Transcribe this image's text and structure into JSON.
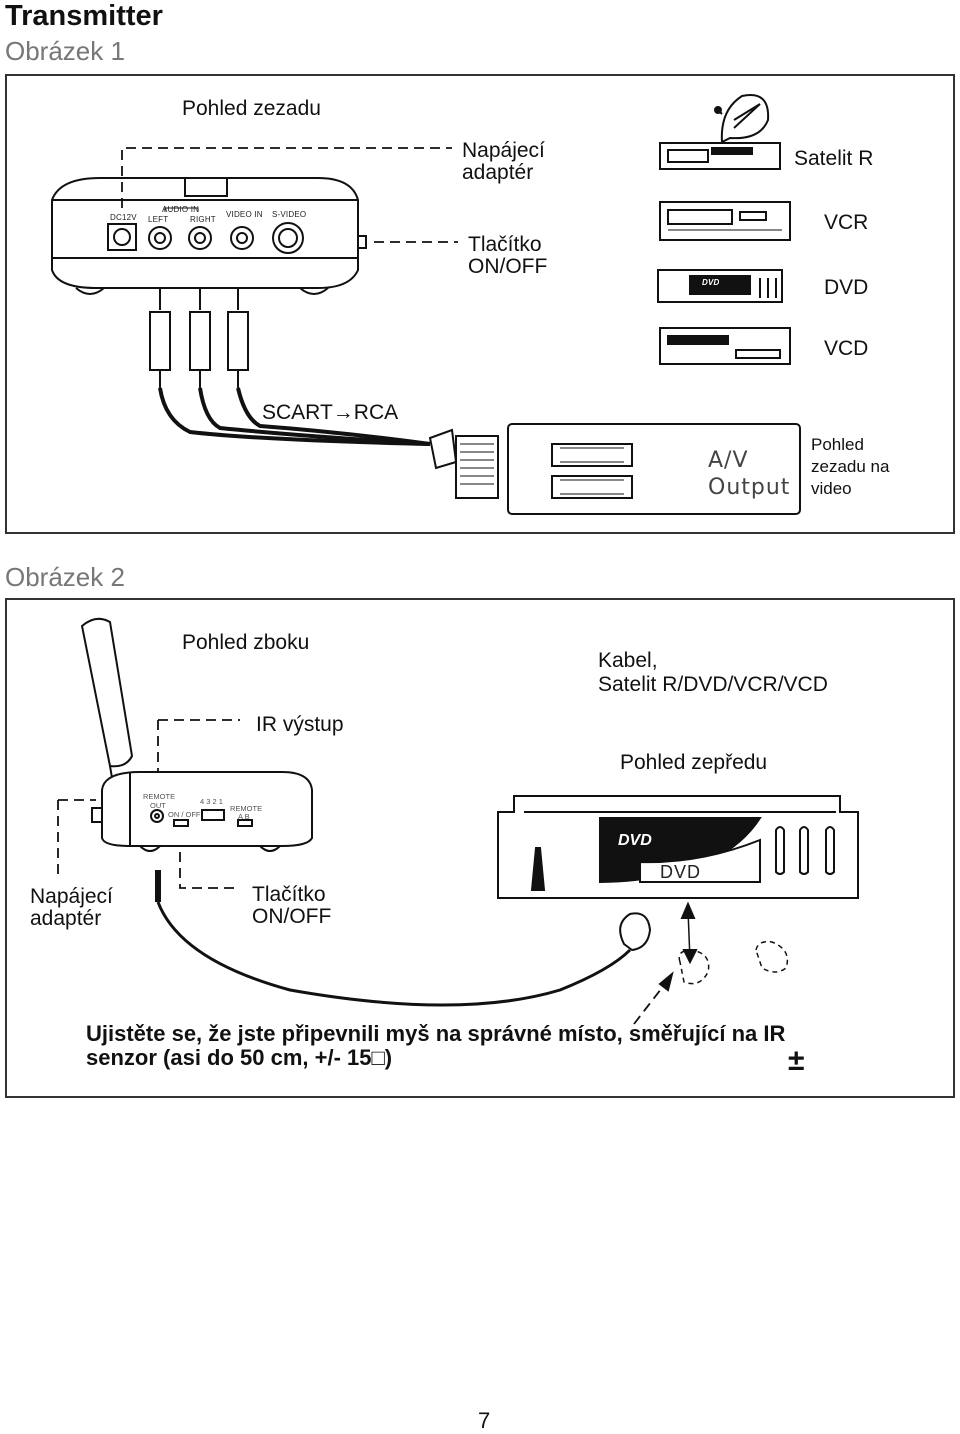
{
  "page": {
    "title": "Transmitter",
    "page_number": "7"
  },
  "figure1": {
    "label": "Obrázek 1",
    "rear_view": "Pohled zezadu",
    "power_adapter": [
      "Napájecí",
      "adaptér"
    ],
    "on_off_button": [
      "Tlačítko",
      "ON/OFF"
    ],
    "scart_rca": "SCART→RCA",
    "av_output": [
      "A/V",
      "Output"
    ],
    "rear_view_video": [
      "Pohled",
      "zezadu na",
      "video"
    ],
    "devices": [
      "Satelit R",
      "VCR",
      "DVD",
      "VCD"
    ],
    "panel_labels": {
      "dc": "DC12V",
      "audio_in": "AUDIO IN",
      "left": "LEFT",
      "right": "RIGHT",
      "video_in": "VIDEO IN",
      "s_video": "S-VIDEO"
    },
    "dvd_logo": "DVD"
  },
  "figure2": {
    "label": "Obrázek 2",
    "side_view": "Pohled zboku",
    "ir_output": "IR výstup",
    "cable_sat": [
      "Kabel,",
      "Satelit R/DVD/VCR/VCD"
    ],
    "front_view": "Pohled zepředu",
    "power_adapter": [
      "Napájecí",
      "adaptér"
    ],
    "on_off_button": [
      "Tlačítko",
      "ON/OFF"
    ],
    "panel_labels": {
      "remote": "REMOTE",
      "out": "OUT",
      "on_off": "ON / OFF",
      "numbers": "4 3 2 1",
      "remote2": "REMOTE",
      "ab": "A B"
    },
    "dvd_logo": "DVD",
    "dvd_label": "DVD",
    "note": [
      "Ujistěte se, že jste připevnili myš na správné místo, směřující na IR",
      "senzor (asi do 50 cm, +/- 15□)"
    ],
    "plus_minus": "±"
  }
}
